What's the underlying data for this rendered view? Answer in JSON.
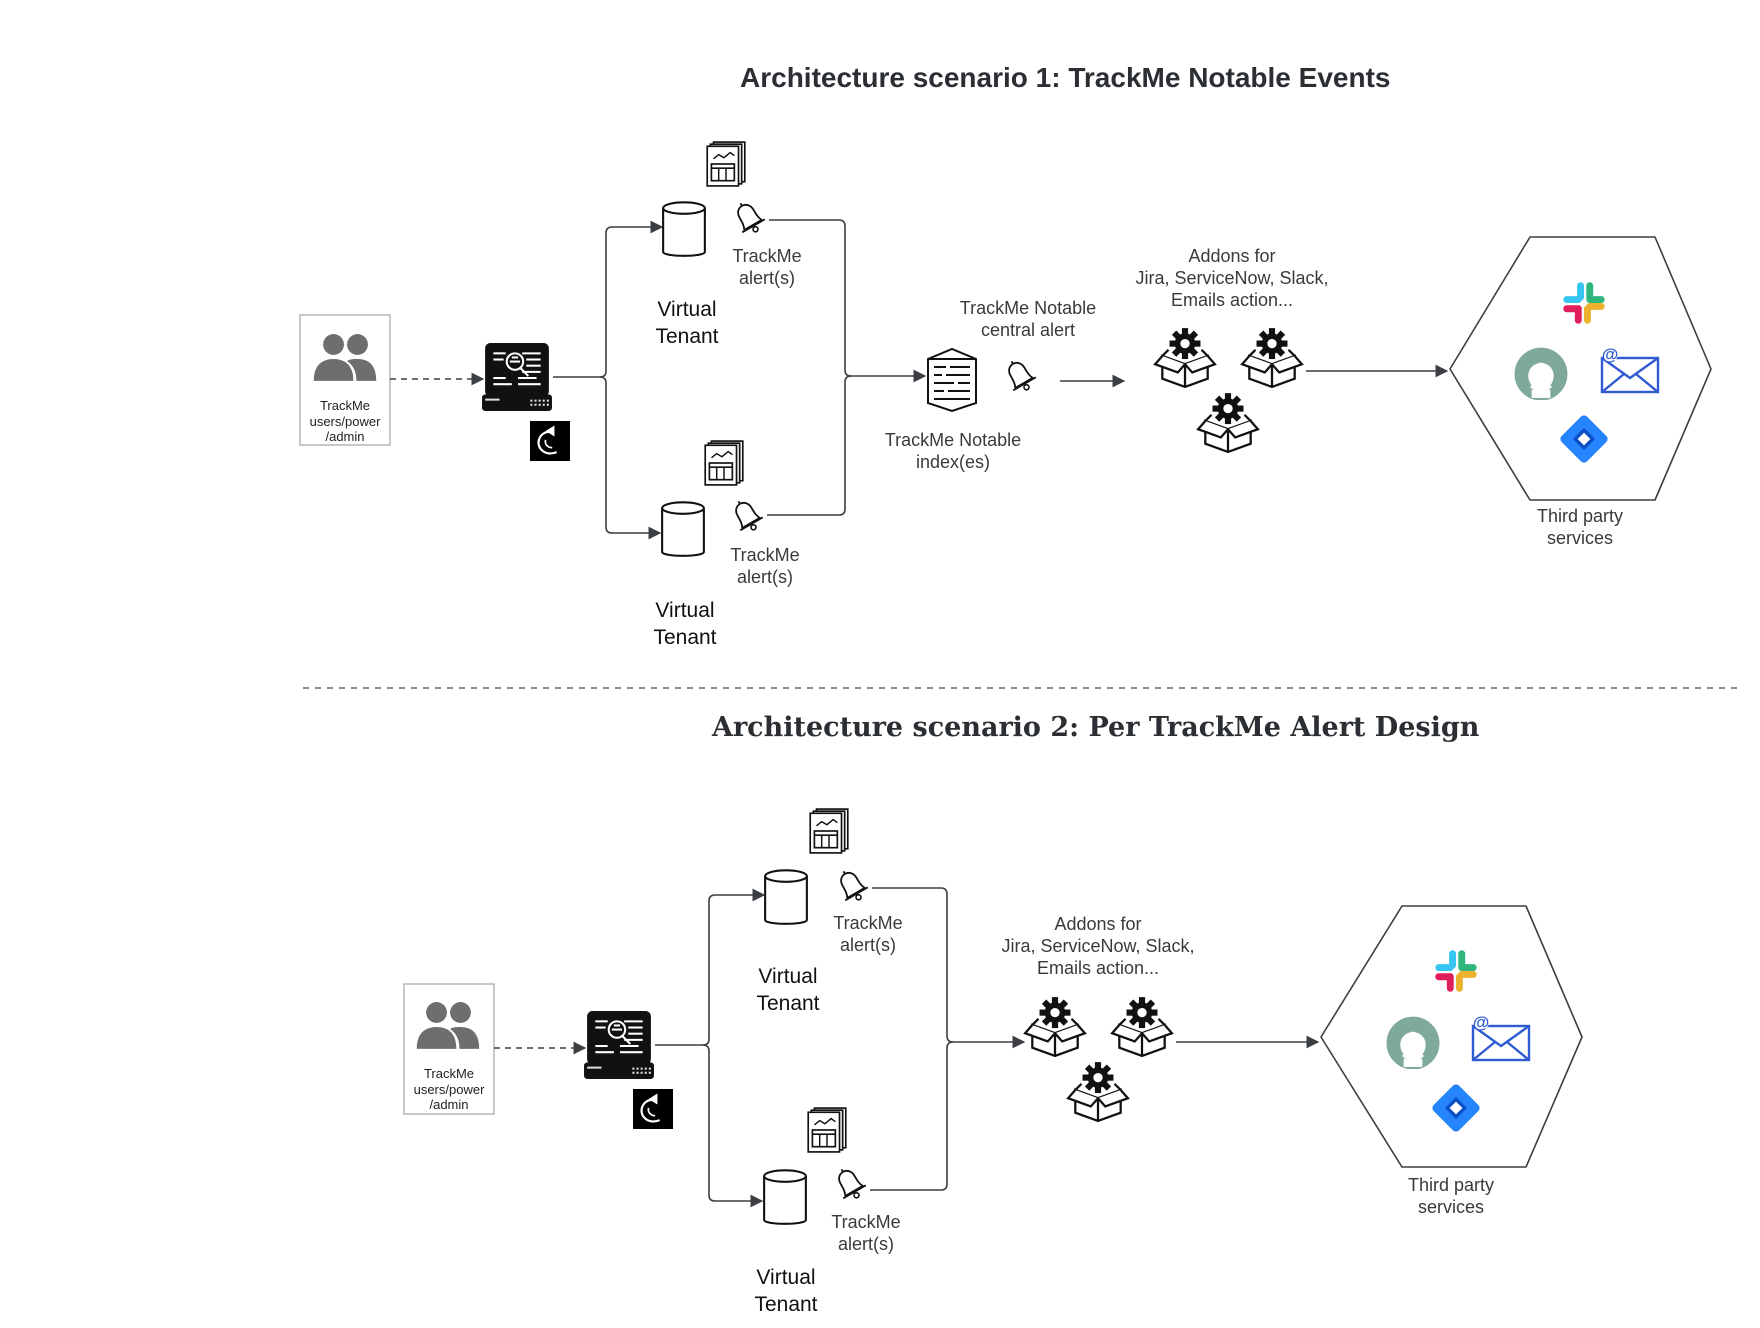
{
  "scenario1": {
    "title": "Architecture scenario 1: TrackMe Notable Events",
    "users_label": "TrackMe\nusers/power\n/admin",
    "tenant_label": "Virtual\nTenant",
    "alert_label": "TrackMe\nalert(s)",
    "central_alert_label": "TrackMe Notable\ncentral alert",
    "index_label": "TrackMe Notable\nindex(es)",
    "addons_label": "Addons for\nJira, ServiceNow, Slack,\nEmails action...",
    "third_party_label": "Third party\nservices"
  },
  "scenario2": {
    "title": "Architecture scenario 2: Per TrackMe Alert Design",
    "users_label": "TrackMe\nusers/power\n/admin",
    "tenant_label": "Virtual\nTenant",
    "alert_label": "TrackMe\nalert(s)",
    "addons_label": "Addons for\nJira, ServiceNow, Slack,\nEmails action...",
    "third_party_label": "Third party\nservices"
  },
  "icons": [
    "users-icon",
    "splunk-server-icon",
    "trackme-logo-icon",
    "database-icon",
    "report-icon",
    "bell-icon",
    "index-icon",
    "addon-box-gear-icon",
    "slack-icon",
    "opsgenie-icon",
    "email-icon",
    "jira-icon"
  ],
  "colors": {
    "line": "#3b3f44",
    "users_icon": "#6e6e6e",
    "jira": "#2684ff",
    "email": "#2f5bd3",
    "opsgenie": "#7fa99b",
    "slack_blue": "#36c5f0",
    "slack_green": "#2eb67d",
    "slack_yellow": "#ecb22e",
    "slack_red": "#e01e5a"
  }
}
